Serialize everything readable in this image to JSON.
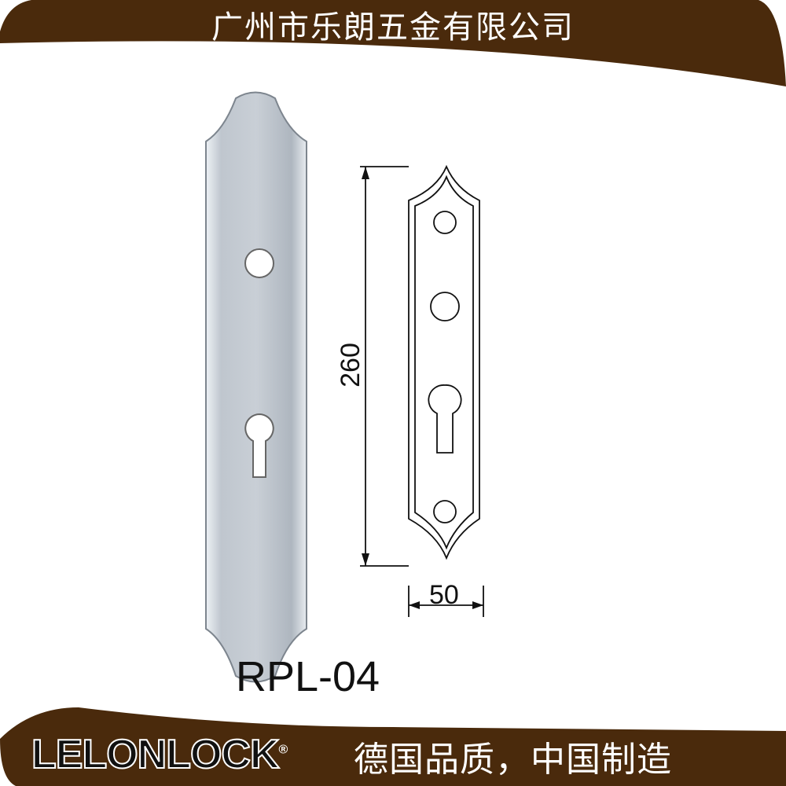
{
  "header": {
    "company": "广州市乐朗五金有限公司"
  },
  "product": {
    "model": "RPL-04",
    "height_dimension": "260",
    "width_dimension": "50"
  },
  "footer": {
    "brand": "LELONLOCK",
    "registered": "®",
    "slogan": "德国品质，中国制造"
  },
  "colors": {
    "banner": "#4a2a0c",
    "logo_accent": "#e0141e"
  }
}
